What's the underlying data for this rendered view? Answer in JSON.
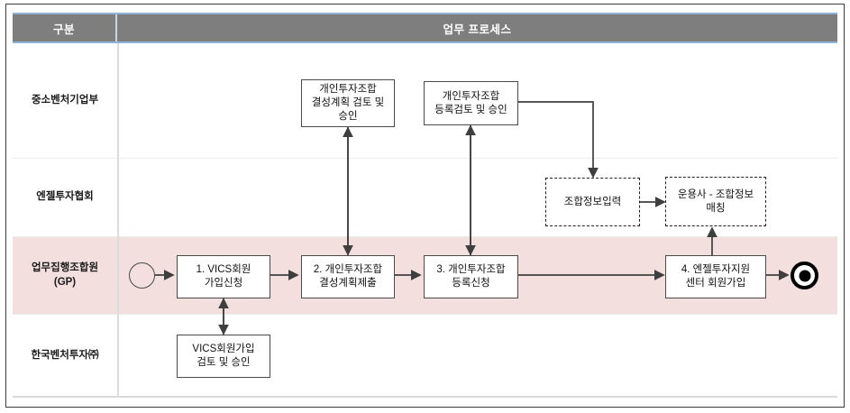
{
  "header": {
    "col_category": "구분",
    "col_process": "업무 프로세스"
  },
  "lanes": [
    {
      "id": "lane-sme-ministry",
      "label": "중소벤처기업부",
      "sublabel": ""
    },
    {
      "id": "lane-angel-assoc",
      "label": "엔젤투자협회",
      "sublabel": ""
    },
    {
      "id": "lane-gp",
      "label": "업무집행조합원",
      "sublabel": "(GP)"
    },
    {
      "id": "lane-kvic",
      "label": "한국벤처투자㈜",
      "sublabel": ""
    }
  ],
  "nodes": [
    {
      "id": "node-plan-review",
      "text": "개인투자조합\n결성계획 검토 및\n승인",
      "lane": "lane-sme-ministry",
      "style": "solid"
    },
    {
      "id": "node-reg-review",
      "text": "개인투자조합\n등록검토 및 승인",
      "lane": "lane-sme-ministry",
      "style": "solid"
    },
    {
      "id": "node-union-input",
      "text": "조합정보입력",
      "lane": "lane-angel-assoc",
      "style": "dashed"
    },
    {
      "id": "node-gp-matching",
      "text": "운용사 - 조합정보\n매칭",
      "lane": "lane-angel-assoc",
      "style": "dashed"
    },
    {
      "id": "node-step1",
      "text": "1. VICS회원\n가입신청",
      "lane": "lane-gp",
      "style": "solid"
    },
    {
      "id": "node-step2",
      "text": "2. 개인투자조합\n결성계획제출",
      "lane": "lane-gp",
      "style": "solid"
    },
    {
      "id": "node-step3",
      "text": "3. 개인투자조합\n등록신청",
      "lane": "lane-gp",
      "style": "solid"
    },
    {
      "id": "node-step4",
      "text": "4. 엔젤투자지원\n센터 회원가입",
      "lane": "lane-gp",
      "style": "solid"
    },
    {
      "id": "node-vics-approve",
      "text": "VICS회원가입\n검토 및 승인",
      "lane": "lane-kvic",
      "style": "solid"
    }
  ],
  "markers": {
    "start": "start-circle",
    "end": "end-circle-filled"
  },
  "colors": {
    "header_bg": "#7e7e7e",
    "header_accent": "#8fb2d8",
    "highlight_lane_bg": "#f4dfdf",
    "node_border": "#4a4a4a",
    "connector": "#3f3f3f",
    "frame": "#3d3d3d"
  }
}
